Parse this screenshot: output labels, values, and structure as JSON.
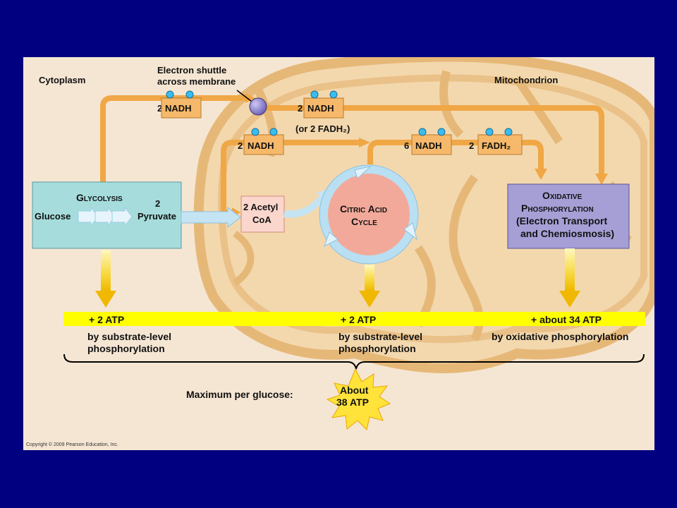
{
  "regions": {
    "cytoplasm": "Cytoplasm",
    "mitochondrion": "Mitochondrion"
  },
  "shuttle": {
    "line1": "Electron shuttle",
    "line2": "across membrane"
  },
  "carriers": {
    "glycolysis_nadh": {
      "count": "2",
      "label": "NADH"
    },
    "mito_nadh": {
      "count": "2",
      "label": "NADH"
    },
    "mito_alt": "(or 2 FADH₂)",
    "acetyl_nadh": {
      "count": "2",
      "label": "NADH"
    },
    "cycle_nadh": {
      "count": "6",
      "label": "NADH"
    },
    "cycle_fadh2": {
      "count": "2",
      "label": "FADH₂"
    }
  },
  "glycolysis": {
    "title": "Glycolysis",
    "input": "Glucose",
    "output_count": "2",
    "output": "Pyruvate"
  },
  "acetyl_coa": {
    "line1": "2 Acetyl",
    "line2": "CoA"
  },
  "citric": {
    "line1": "Citric Acid",
    "line2": "Cycle"
  },
  "oxidative": {
    "line1": "Oxidative",
    "line2": "Phosphorylation",
    "line3": "(Electron Transport",
    "line4": "and Chemiosmosis)"
  },
  "atp_yields": [
    {
      "amount": "+ 2 ATP",
      "desc1": "by substrate-level",
      "desc2": "phosphorylation"
    },
    {
      "amount": "+ 2 ATP",
      "desc1": "by substrate-level",
      "desc2": "phosphorylation"
    },
    {
      "amount": "+ about 34 ATP",
      "desc1": "by oxidative phosphorylation",
      "desc2": ""
    }
  ],
  "total": {
    "label": "Maximum per glucose:",
    "line1": "About",
    "line2": "38 ATP"
  },
  "copyright": "Copyright © 2009 Pearson Education, Inc.",
  "colors": {
    "background": "#000080",
    "panel": "#f5e6d3",
    "mito_fill": "#f3d8ae",
    "mito_stroke": "#e6b878",
    "arrow_orange": "#f0a745",
    "yellow_bar": "#ffff00",
    "glycolysis_box": "#a6dcdc",
    "oxidative_box": "#a69fd6",
    "citric_circle": "#f2a99a",
    "electron_dot": "#38bdf0"
  }
}
